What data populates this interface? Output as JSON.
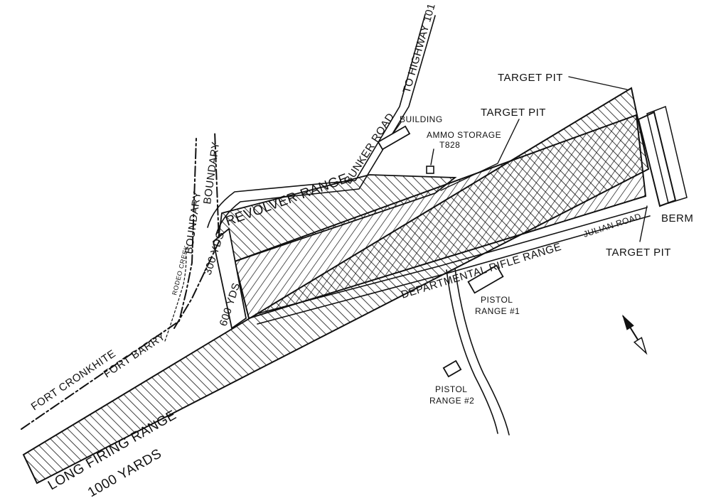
{
  "colors": {
    "ink": "#111111",
    "paper": "#ffffff"
  },
  "labels": {
    "to_highway": "TO HIGHWAY 101",
    "bunker_road": "BUNKER ROAD",
    "revolver_range": "REVOLVER RANGE",
    "building": "BUILDING",
    "ammo_storage": "AMMO STORAGE",
    "ammo_id": "T828",
    "target_pit_top": "TARGET PIT",
    "target_pit_mid": "TARGET PIT",
    "target_pit_right": "TARGET PIT",
    "berm": "BERM",
    "julian_road": "JULIAN ROAD",
    "departmental_range": "DEPARTMENTAL RIFLE RANGE",
    "pistol_range_1_line1": "PISTOL",
    "pistol_range_1_line2": "RANGE #1",
    "pistol_range_2_line1": "PISTOL",
    "pistol_range_2_line2": "RANGE #2",
    "yds_300": "300 YDS",
    "yds_600": "600 YDS",
    "rodeo_creek": "RODEO CREEK",
    "boundary_1": "BOUNDARY",
    "boundary_2": "BOUNDARY",
    "fort_cronkhite": "FORT CRONKHITE",
    "fort_barry": "FORT BARRY",
    "long_range_line1": "LONG FIRING RANGE",
    "long_range_line2": "1000 YARDS"
  },
  "icons": {
    "north_arrow": "north-arrow-icon"
  }
}
